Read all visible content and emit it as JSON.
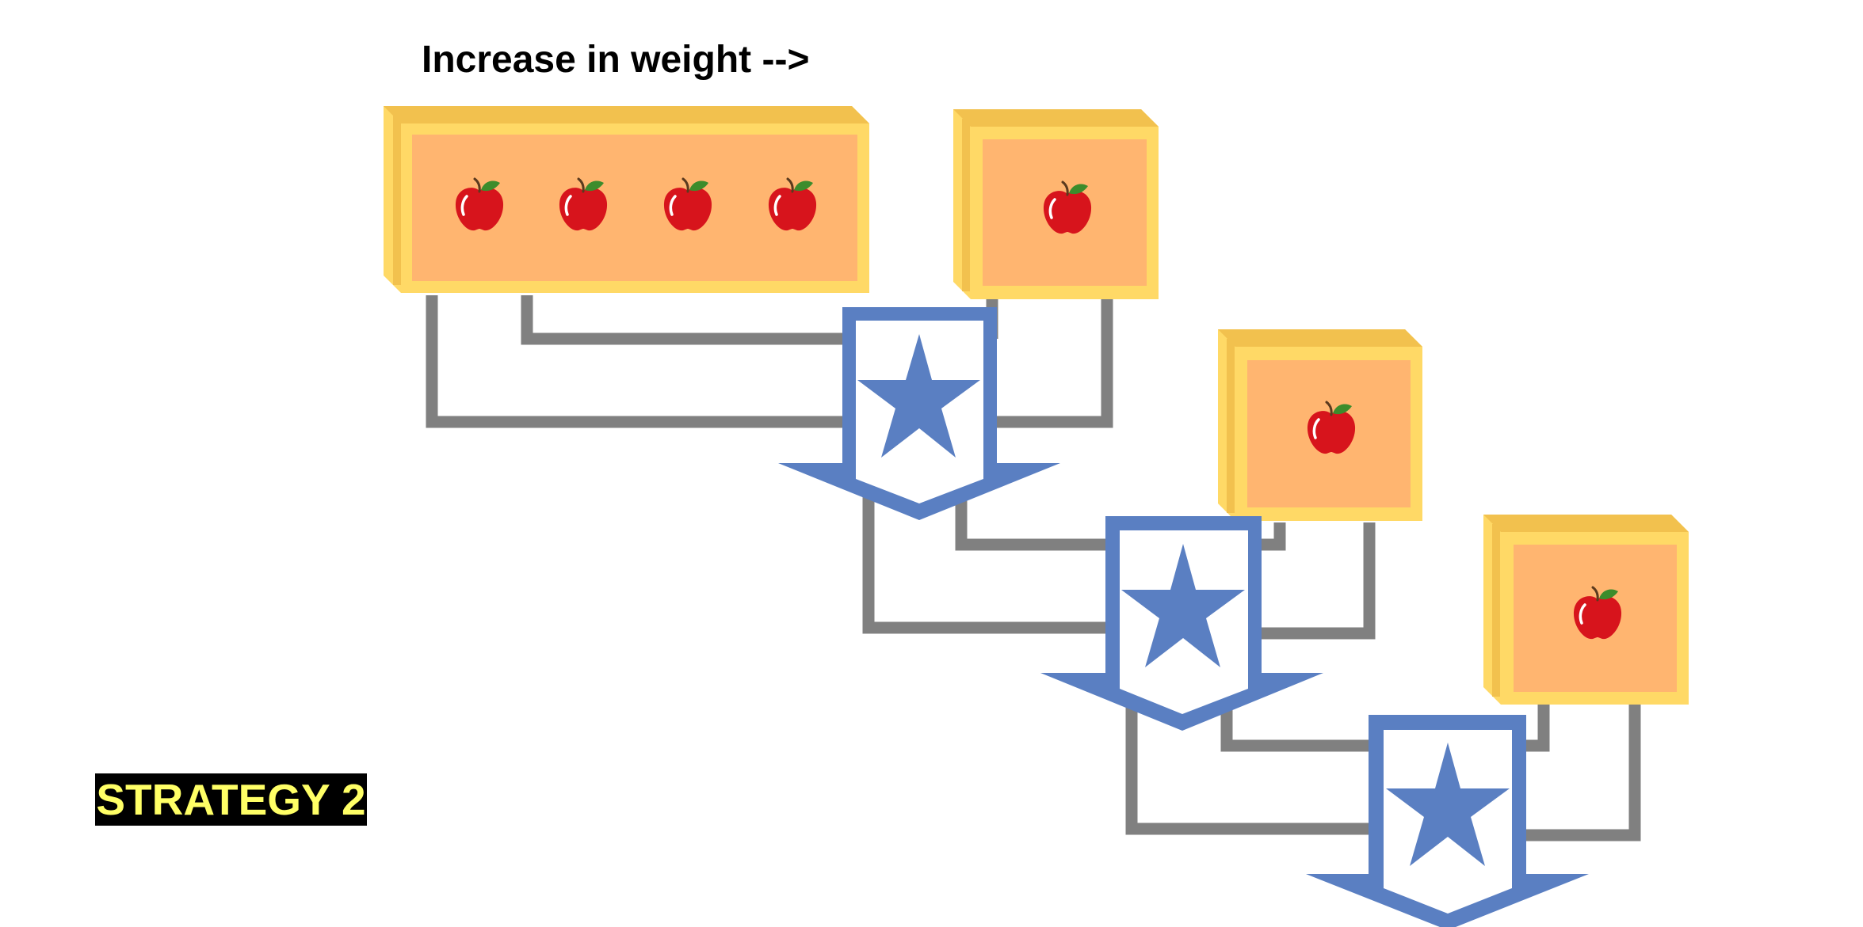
{
  "heading": "Increase in weight -->",
  "strategy_label": "STRATEGY 2",
  "colors": {
    "box_frame": "#FFD966",
    "box_frame_shade": "#F2C14E",
    "box_fill": "#FFB570",
    "connector": "#808080",
    "merge_symbol": "#5A7FC2",
    "apple": "#D7141C",
    "leaf": "#3C8C2C",
    "label_background": "#000000",
    "label_text": "#FFFF66"
  },
  "icons": [
    "apple-icon",
    "star-icon",
    "down-arrow-icon"
  ],
  "boxes": [
    {
      "id": "box-1",
      "apples": 4
    },
    {
      "id": "box-2",
      "apples": 1
    },
    {
      "id": "box-3",
      "apples": 1
    },
    {
      "id": "box-4",
      "apples": 1
    }
  ],
  "merges": [
    {
      "id": "merge-1",
      "inputs": [
        "box-1",
        "box-2"
      ]
    },
    {
      "id": "merge-2",
      "inputs": [
        "merge-1",
        "box-3"
      ]
    },
    {
      "id": "merge-3",
      "inputs": [
        "merge-2",
        "box-4"
      ]
    }
  ]
}
